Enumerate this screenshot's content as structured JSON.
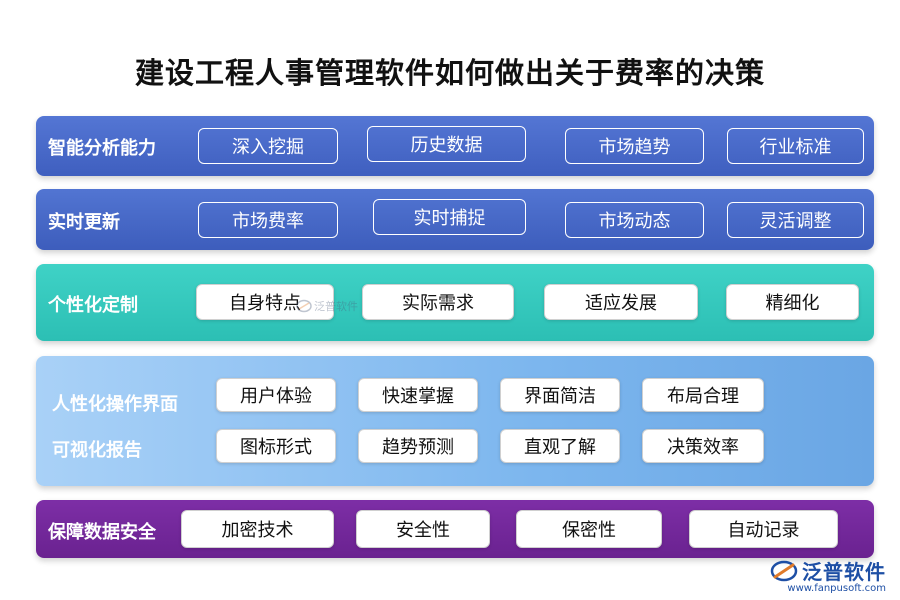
{
  "title": "建设工程人事管理软件如何做出关于费率的决策",
  "bands": [
    {
      "label": "智能分析能力",
      "items": [
        "深入挖掘",
        "历史数据",
        "市场趋势",
        "行业标准"
      ]
    },
    {
      "label": "实时更新",
      "items": [
        "市场费率",
        "实时捕捉",
        "市场动态",
        "灵活调整"
      ]
    },
    {
      "label": "个性化定制",
      "items": [
        "自身特点",
        "实际需求",
        "适应发展",
        "精细化"
      ]
    },
    {
      "labels": [
        "人性化操作界面",
        "可视化报告"
      ],
      "row1": [
        "用户体验",
        "快速掌握",
        "界面简洁",
        "布局合理"
      ],
      "row2": [
        "图标形式",
        "趋势预测",
        "直观了解",
        "决策效率"
      ]
    },
    {
      "label": "保障数据安全",
      "items": [
        "加密技术",
        "安全性",
        "保密性",
        "自动记录"
      ]
    }
  ],
  "colors": {
    "band1": "#4a6bcc",
    "band2": "#4868c8",
    "band3": "#35c9bd",
    "band4": "#86bcf0",
    "band5": "#73288f"
  },
  "logo": {
    "name": "泛普软件",
    "url": "www.fanpusoft.com",
    "watermark": "泛普软件"
  }
}
